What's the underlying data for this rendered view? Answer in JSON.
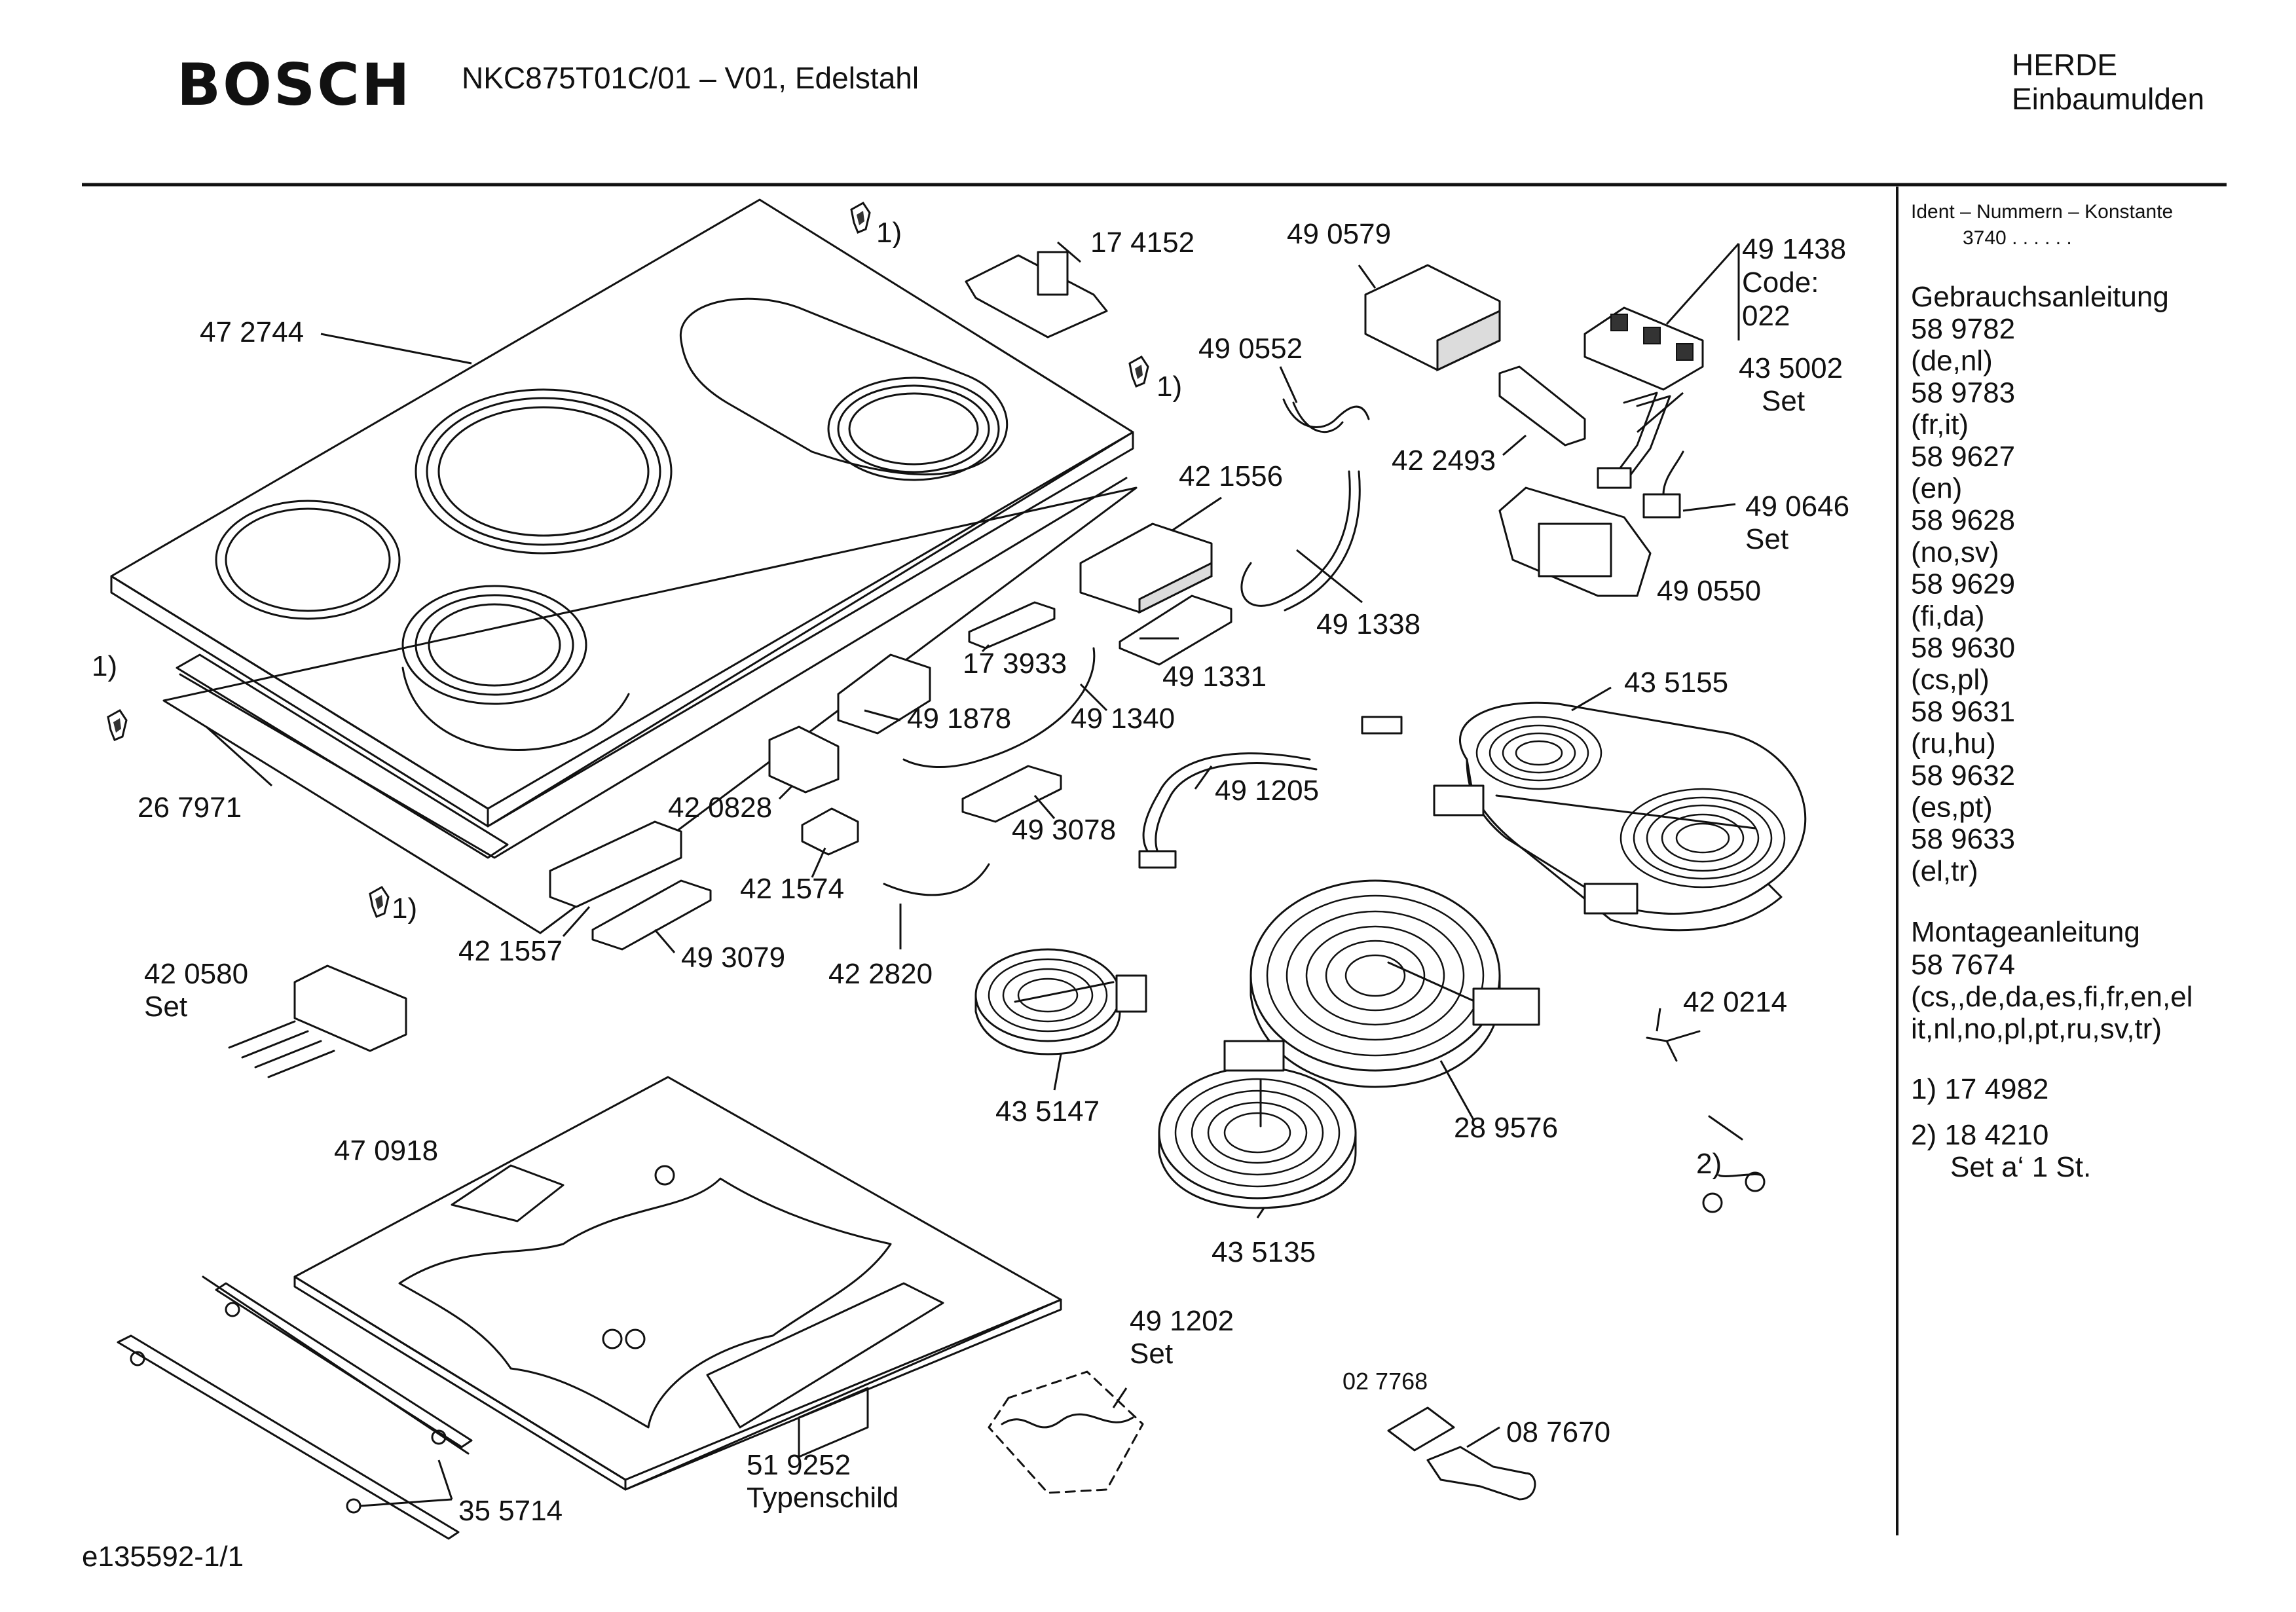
{
  "header": {
    "brand": "BOSCH",
    "model": "NKC875T01C/01 – V01, Edelstahl",
    "category_line1": "HERDE",
    "category_line2": "Einbaumulden"
  },
  "footer": {
    "diagram_id": "e135592-1/1"
  },
  "sidebar": {
    "ident_title": "Ident – Nummern – Konstante",
    "ident_value": "3740 . . . . . .",
    "gebrauch_title": "Gebrauchsanleitung",
    "gebrauch_items": [
      "58 9782",
      "(de,nl)",
      "58 9783",
      "(fr,it)",
      "58 9627",
      "(en)",
      "58 9628",
      "(no,sv)",
      "58 9629",
      "(fi,da)",
      "58 9630",
      "(cs,pl)",
      "58 9631",
      "(ru,hu)",
      "58 9632",
      "(es,pt)",
      "58 9633",
      "(el,tr)"
    ],
    "montage_title": "Montageanleitung",
    "montage_items": [
      "58 7674",
      "(cs,,de,da,es,fi,fr,en,el",
      "it,nl,no,pl,pt,ru,sv,tr)"
    ],
    "note1": "1) 17 4982",
    "note2_line1": "2) 18 4210",
    "note2_line2": "Set a‘ 1 St."
  },
  "part_labels": {
    "p472744": "47 2744",
    "p174152": "17 4152",
    "p490579": "49 0579",
    "p491438": "49 1438",
    "p491438_code": "Code:",
    "p491438_code_val": "022",
    "p490552": "49 0552",
    "p435002": "43 5002",
    "p435002_set": "Set",
    "p422493": "42 2493",
    "p421556": "42 1556",
    "p490646": "49 0646",
    "p490646_set": "Set",
    "p490550": "49 0550",
    "p491338": "49 1338",
    "p173933": "17 3933",
    "p491331": "49 1331",
    "p491878": "49 1878",
    "p491340": "49 1340",
    "p435155": "43 5155",
    "p267971": "26 7971",
    "p420828": "42 0828",
    "p491205": "49 1205",
    "p493078": "49 3078",
    "p421574": "42 1574",
    "p421557": "42 1557",
    "p493079": "49 3079",
    "p422820": "42 2820",
    "p420580": "42 0580",
    "p420580_set": "Set",
    "p420214": "42 0214",
    "p435147": "43 5147",
    "p289576": "28 9576",
    "p470918": "47 0918",
    "p435135": "43 5135",
    "p491202": "49 1202",
    "p491202_set": "Set",
    "p027768": "02 7768",
    "p087670": "08 7670",
    "p519252": "51 9252",
    "p519252_sub": "Typenschild",
    "p355714": "35 5714",
    "ref1": "1)",
    "ref2": "2)"
  },
  "icons": {
    "clip": "spring-clip-icon"
  }
}
